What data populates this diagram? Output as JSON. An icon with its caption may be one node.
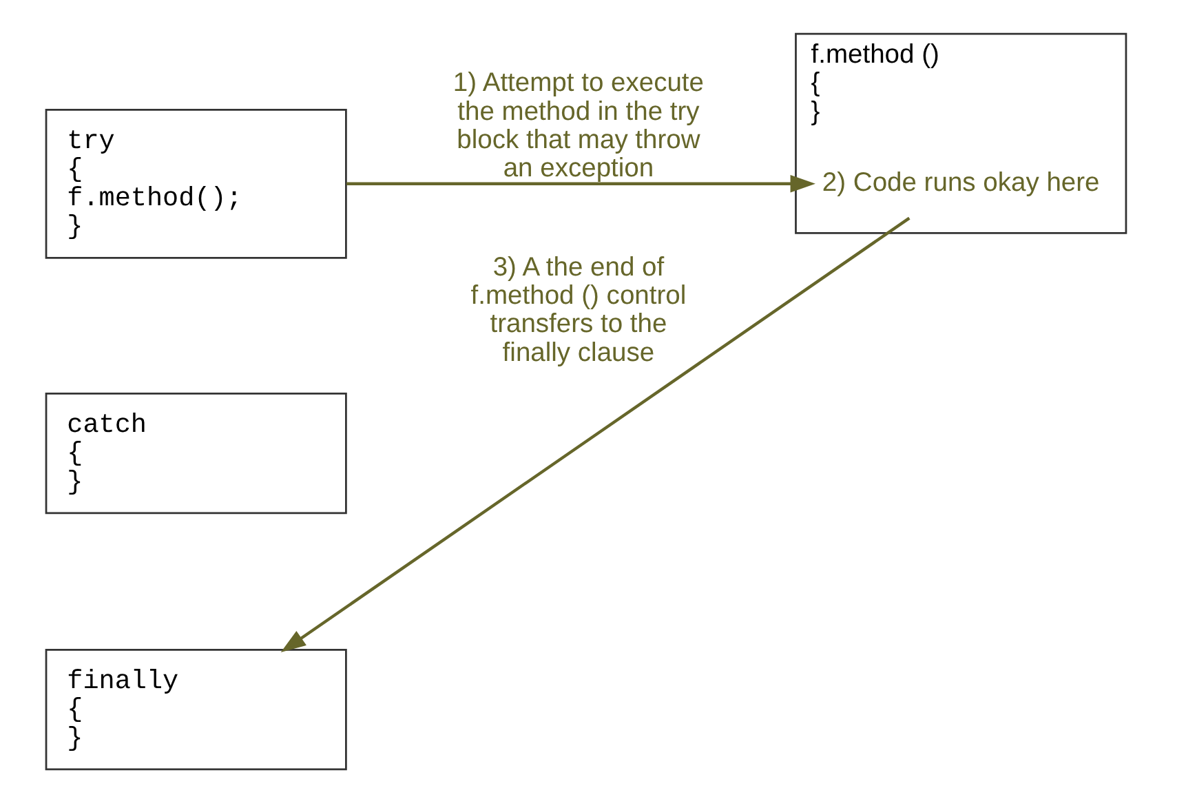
{
  "diagram": {
    "nodes": [
      {
        "text": [
          "try",
          "{",
          "f.method();",
          "}"
        ]
      },
      {
        "text": [
          "catch",
          "{",
          "}"
        ]
      },
      {
        "text": [
          "finally",
          "{",
          "}"
        ]
      },
      {
        "text": [
          "f.method ()",
          "{",
          "}"
        ]
      },
      {
        "text": [
          "2) Code runs okay here"
        ],
        "in": 3
      }
    ],
    "edges": [
      {
        "from": 0,
        "to": 4,
        "arrow": "to",
        "label": "1) Attempt to execute the method in the try block that may throw an exception"
      },
      {
        "from": 4,
        "to": 2,
        "arrow": "to",
        "label": "3) A the end of f.method () control transfers to the finally clause"
      }
    ]
  }
}
